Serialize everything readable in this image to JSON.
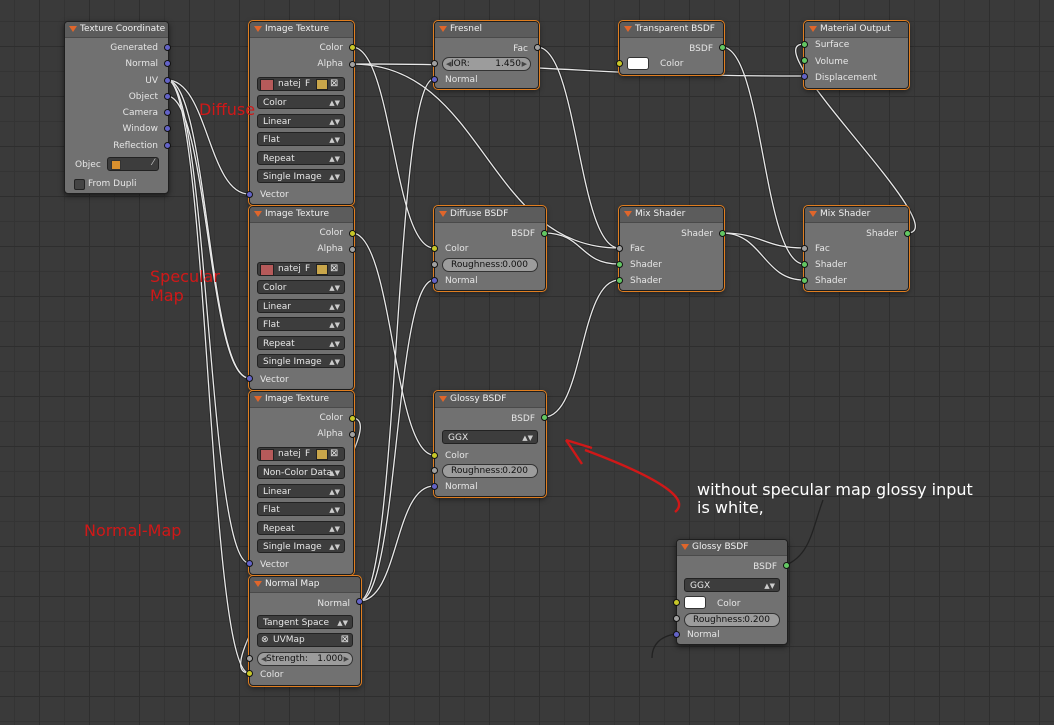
{
  "colors": {
    "selected_outline": "#e07e20",
    "header_triangle": "#e0662b",
    "socket_color": "#c7c729",
    "socket_float": "#a1a1a1",
    "socket_vector": "#6363c7",
    "socket_shader": "#63c763",
    "annotation_red": "#d01818",
    "annotation_white": "#ffffff"
  },
  "icons": {
    "collapse": "triangle-down-icon",
    "image": "image-icon",
    "folder": "folder-icon",
    "close": "x-icon",
    "object": "cube-icon",
    "eyedropper": "eyedropper-icon",
    "uv": "uvmap-icon"
  },
  "texcoord": {
    "title": "Texture Coordinate",
    "outputs": [
      "Generated",
      "Normal",
      "UV",
      "Object",
      "Camera",
      "Window",
      "Reflection"
    ],
    "object_label": "Objec",
    "from_dupli": "From Dupli"
  },
  "img1": {
    "title": "Image Texture",
    "out_color": "Color",
    "out_alpha": "Alpha",
    "img_name": "natej",
    "img_f": "F",
    "color_space": "Color",
    "interp": "Linear",
    "projection": "Flat",
    "extension": "Repeat",
    "source": "Single Image",
    "in_vector": "Vector"
  },
  "img2": {
    "title": "Image Texture",
    "out_color": "Color",
    "out_alpha": "Alpha",
    "img_name": "natej",
    "img_f": "F",
    "color_space": "Color",
    "interp": "Linear",
    "projection": "Flat",
    "extension": "Repeat",
    "source": "Single Image",
    "in_vector": "Vector"
  },
  "img3": {
    "title": "Image Texture",
    "out_color": "Color",
    "out_alpha": "Alpha",
    "img_name": "natej",
    "img_f": "F",
    "color_space": "Non-Color Data",
    "interp": "Linear",
    "projection": "Flat",
    "extension": "Repeat",
    "source": "Single Image",
    "in_vector": "Vector"
  },
  "normalmap": {
    "title": "Normal Map",
    "out_normal": "Normal",
    "space": "Tangent Space",
    "uvmap": "UVMap",
    "strength_label": "Strength:",
    "strength_value": "1.000",
    "in_color": "Color"
  },
  "fresnel": {
    "title": "Fresnel",
    "out_fac": "Fac",
    "ior_label": "IOR:",
    "ior_value": "1.450",
    "in_normal": "Normal"
  },
  "diffuse": {
    "title": "Diffuse BSDF",
    "out": "BSDF",
    "in_color": "Color",
    "rough_label": "Roughness:",
    "rough_value": "0.000",
    "in_normal": "Normal"
  },
  "glossy": {
    "title": "Glossy BSDF",
    "out": "BSDF",
    "dist": "GGX",
    "in_color": "Color",
    "rough_label": "Roughness:",
    "rough_value": "0.200",
    "in_normal": "Normal"
  },
  "transparent": {
    "title": "Transparent BSDF",
    "out": "BSDF",
    "in_color": "Color"
  },
  "mix1": {
    "title": "Mix Shader",
    "out": "Shader",
    "in_fac": "Fac",
    "in_shader1": "Shader",
    "in_shader2": "Shader"
  },
  "mix2": {
    "title": "Mix Shader",
    "out": "Shader",
    "in_fac": "Fac",
    "in_shader1": "Shader",
    "in_shader2": "Shader"
  },
  "output": {
    "title": "Material Output",
    "in_surface": "Surface",
    "in_volume": "Volume",
    "in_displacement": "Displacement"
  },
  "glossy2": {
    "title": "Glossy BSDF",
    "out": "BSDF",
    "dist": "GGX",
    "in_color": "Color",
    "rough_label": "Roughness:",
    "rough_value": "0.200",
    "in_normal": "Normal"
  },
  "annotations": {
    "diffuse": "Diffuse",
    "specular_line1": "Specular",
    "specular_line2": "Map",
    "normal": "Normal-Map",
    "note_line1": "without specular map glossy input",
    "note_line2": "is white,"
  }
}
